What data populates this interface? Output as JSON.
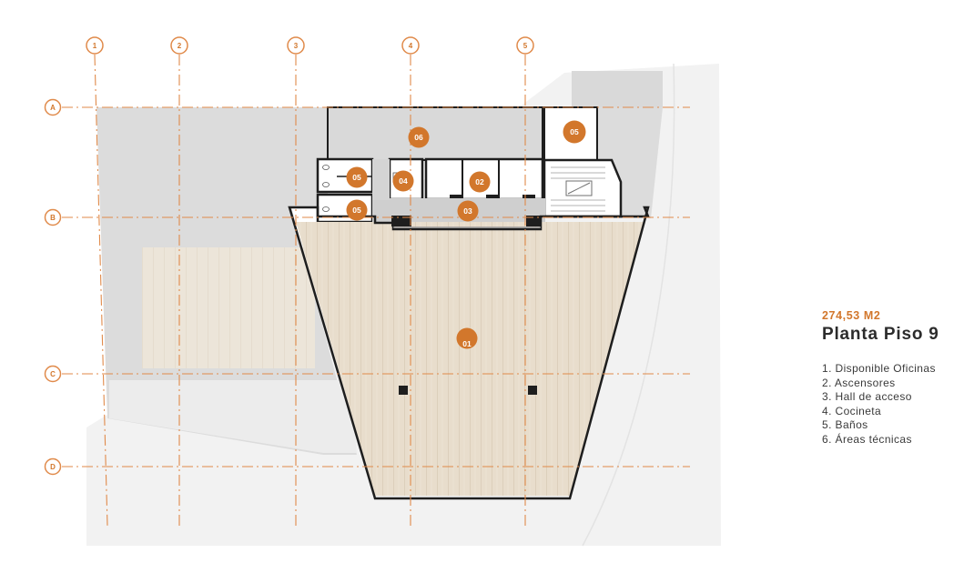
{
  "plan": {
    "column_axes": [
      "1",
      "2",
      "3",
      "4",
      "5"
    ],
    "row_axes": [
      "A",
      "B",
      "C",
      "D"
    ],
    "room_markers": [
      "01",
      "02",
      "03",
      "04",
      "05",
      "05",
      "05",
      "06"
    ]
  },
  "info": {
    "area": "274,53 M2",
    "title": "Planta Piso 9",
    "legend": [
      "1. Disponible Oficinas",
      "2. Ascensores",
      "3. Hall de acceso",
      "4. Cocineta",
      "5. Baños",
      "6. Áreas técnicas"
    ]
  },
  "colors": {
    "accent": "#d2772c",
    "grid_line": "#e08a4a",
    "wall": "#1e1e1e",
    "floor": "#e7dccb",
    "neighbor": "#dcdcdc",
    "ground": "#f0f0f0"
  }
}
